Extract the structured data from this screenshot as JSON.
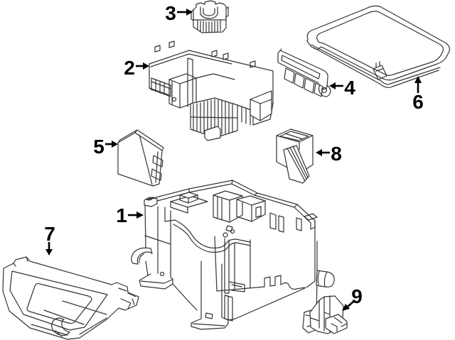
{
  "diagram": {
    "type": "exploded-parts-diagram",
    "background_color": "#ffffff",
    "line_color": "#333333",
    "callout_color": "#000000",
    "callouts": [
      {
        "number": "1",
        "part": "fuse-box-main-housing",
        "arrow_direction": "right"
      },
      {
        "number": "2",
        "part": "upper-fuse-relay-block",
        "arrow_direction": "right"
      },
      {
        "number": "3",
        "part": "relay-connector-bracket",
        "arrow_direction": "right"
      },
      {
        "number": "4",
        "part": "fusible-link-block",
        "arrow_direction": "left"
      },
      {
        "number": "5",
        "part": "control-module",
        "arrow_direction": "right"
      },
      {
        "number": "6",
        "part": "fuse-box-upper-cover",
        "arrow_direction": "up"
      },
      {
        "number": "7",
        "part": "lower-tray-cover",
        "arrow_direction": "down"
      },
      {
        "number": "8",
        "part": "relay",
        "arrow_direction": "left"
      },
      {
        "number": "9",
        "part": "mounting-bracket",
        "arrow_direction": "down-left"
      }
    ]
  }
}
